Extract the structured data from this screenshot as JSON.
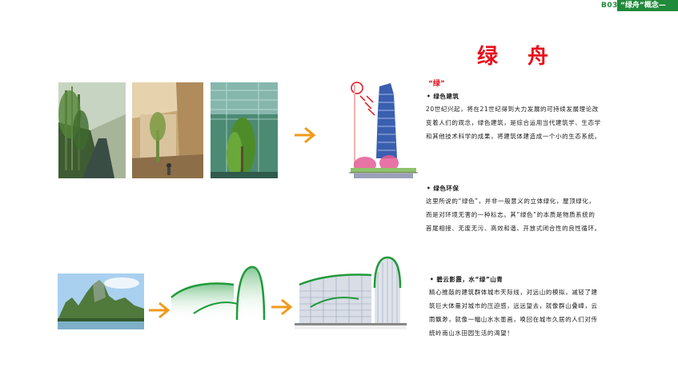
{
  "header": {
    "page_code": "B03",
    "section_tag": "“绿舟”概念—"
  },
  "title": "绿 舟",
  "green_section": {
    "label": "“绿”",
    "items": [
      {
        "heading": "• 绿色建筑",
        "body": [
          "20世纪兴起，将在21世纪得到大力发展的可持续发展理论改",
          "变着人们的观念，绿色建筑，是综合运用当代建筑学、生态学",
          "和其他技术科学的成果，将建筑体建造成一个小的生态系统。"
        ]
      },
      {
        "heading": "• 绿色环保",
        "body": [
          "这里所说的“绿色”，并非一般意义的立体绿化，屋顶绿化，",
          "而是对环境无害的一种标志。其“绿色”的本质是物质系统的",
          "首尾相接、无废无污、高效和谐、开放式闭合性的良性循环。"
        ]
      }
    ]
  },
  "mountain_section": {
    "heading": "• 碧云影霞，水“绿”山青",
    "body": [
      "精心推敲的建筑群体城市天际线，对远山的模拟，减轻了建",
      "筑巨大体量对城市的压迫感，远远望去，就像群山叠嶂，云",
      "雨飘渺，就像一幅山水水墨画，唤回在城市久居的人们对传",
      "统岭南山水田园生活的渴望！"
    ]
  },
  "colors": {
    "accent_red": "#e8101a",
    "brand_green": "#1f8a3a",
    "arrow_orange": "#f29a1c"
  }
}
